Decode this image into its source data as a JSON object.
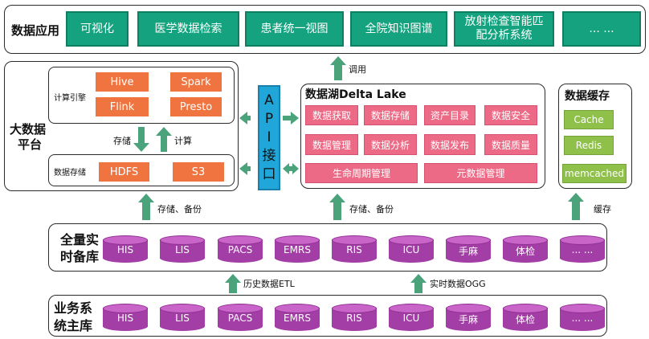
{
  "data_apps": {
    "title": "数据应用",
    "items": [
      "可视化",
      "医学数据检索",
      "患者统一视图",
      "全院知识图谱",
      "放射检查智能匹配分析系统",
      "... ..."
    ]
  },
  "big_data": {
    "title_line1": "大数据",
    "title_line2": "平台",
    "compute_label": "计算引擎",
    "engines": [
      "Hive",
      "Spark",
      "Flink",
      "Presto"
    ],
    "storage_label": "数据存储",
    "storages": [
      "HDFS",
      "S3"
    ],
    "store_arrow": "存储",
    "compute_arrow": "计算"
  },
  "api": {
    "chars": [
      "A",
      "P",
      "I",
      "接",
      "口"
    ]
  },
  "delta_lake": {
    "title": "数据湖Delta Lake",
    "row1": [
      "数据获取",
      "数据存储",
      "资产目录",
      "数据安全"
    ],
    "row2": [
      "数据管理",
      "数据分析",
      "数据发布",
      "数据质量"
    ],
    "row3": [
      "生命周期管理",
      "元数据管理"
    ]
  },
  "cache": {
    "title": "数据缓存",
    "items": [
      "Cache",
      "Redis",
      "memcached"
    ]
  },
  "arrows": {
    "call": "调用",
    "store_backup_1": "存储、备份",
    "store_backup_2": "存储、备份",
    "cache": "缓存",
    "etl": "历史数据ETL",
    "ogg": "实时数据OGG"
  },
  "backup": {
    "title_line1": "全量实",
    "title_line2": "时备库",
    "systems": [
      "HIS",
      "LIS",
      "PACS",
      "EMRS",
      "RIS",
      "ICU",
      "手麻",
      "体检",
      "... ..."
    ]
  },
  "primary": {
    "title_line1": "业务系",
    "title_line2": "统主库",
    "systems": [
      "HIS",
      "LIS",
      "PACS",
      "EMRS",
      "RIS",
      "ICU",
      "手麻",
      "体检",
      "... ..."
    ]
  },
  "colors": {
    "green": "#14a37e",
    "orange": "#ef7440",
    "pink": "#ec6a86",
    "lime": "#8fc04a",
    "purple": "#a23ea5",
    "blue": "#21a6d9",
    "arrow": "#4aa37a"
  }
}
